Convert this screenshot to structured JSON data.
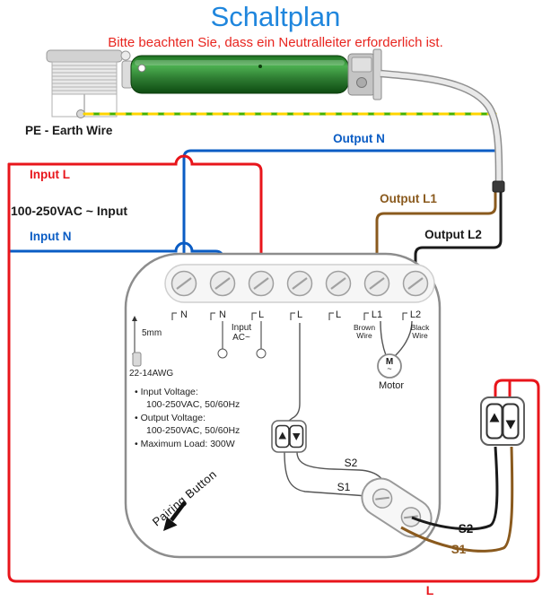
{
  "title": "Schaltplan",
  "subtitle": "Bitte beachten Sie, dass ein Neutralleiter erforderlich ist.",
  "wire_labels": {
    "pe_earth": "PE - Earth Wire",
    "output_n": "Output N",
    "input_l": "Input L",
    "vac_input": "100-250VAC ~ Input",
    "input_n": "Input N",
    "output_l1": "Output L1",
    "output_l2": "Output L2",
    "live_bottom": "L"
  },
  "module": {
    "terminals": [
      "N",
      "N",
      "L",
      "L",
      "L",
      "L1",
      "L2"
    ],
    "input_ac": {
      "line1": "Input",
      "line2": "AC~"
    },
    "strip_length": "5mm",
    "wire_gauge": "22-14AWG",
    "brown_wire": {
      "line1": "Brown",
      "line2": "Wire"
    },
    "black_wire": {
      "line1": "Black",
      "line2": "Wire"
    },
    "motor_symbol": "M",
    "motor_wave": "~",
    "motor_label": "Motor",
    "specs": [
      "• Input Voltage:",
      "100-250VAC, 50/60Hz",
      "• Output Voltage:",
      "100-250VAC, 50/60Hz",
      "• Maximum Load: 300W"
    ],
    "pairing_button": "Pairing Button",
    "s2": "S2",
    "s1": "S1"
  },
  "external_switch": {
    "s2": "S2",
    "s1": "S1"
  },
  "colors": {
    "title_blue": "#1f86dd",
    "warning_red": "#e8251f",
    "live_red": "#e8151b",
    "neutral_blue": "#0a5cc4",
    "earth_green": "#46b000",
    "earth_yellow": "#ffd400",
    "l1_brown": "#8a5a1e",
    "l2_black": "#1a1a1a",
    "motor_green": "#2e7d32"
  }
}
